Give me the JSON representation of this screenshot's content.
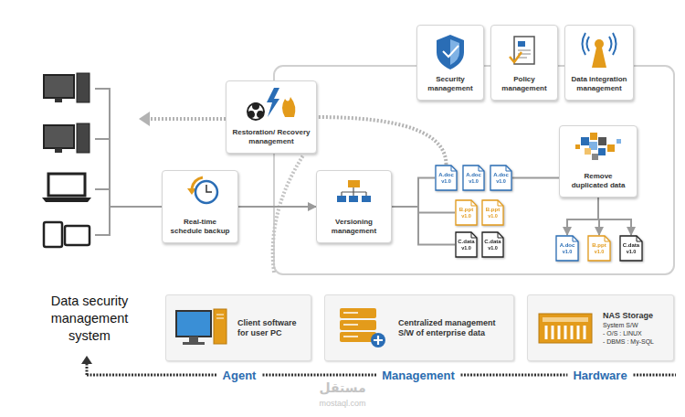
{
  "diagram": {
    "nodes": [
      {
        "text": [
          "Security management"
        ]
      },
      {
        "text": [
          "Policy management"
        ]
      },
      {
        "text": [
          "Data integration management"
        ]
      },
      {
        "text": [
          "Restoration/ Recovery management"
        ]
      },
      {
        "text": [
          "Real-time schedule backup"
        ]
      },
      {
        "text": [
          "Versioning management"
        ]
      },
      {
        "text": [
          "Remove duplicated data"
        ]
      },
      {
        "text": [
          "A.doc",
          "v1.0"
        ]
      },
      {
        "text": [
          "A.doc",
          "v1.0"
        ]
      },
      {
        "text": [
          "A.doc",
          "v1.0"
        ]
      },
      {
        "text": [
          "B.ppt",
          "v1.0"
        ]
      },
      {
        "text": [
          "B.ppt",
          "v1.0"
        ]
      },
      {
        "text": [
          "C.data",
          "v1.0"
        ]
      },
      {
        "text": [
          "C.data",
          "v1.0"
        ]
      },
      {
        "text": [
          "A.doc",
          "v1.0"
        ]
      },
      {
        "text": [
          "B.ppt",
          "v1.0"
        ]
      },
      {
        "text": [
          "C.data",
          "v1.0"
        ]
      },
      {
        "text": [
          "Client software for user PC"
        ]
      },
      {
        "text": [
          "Centralized management S/W of enterprise data"
        ]
      },
      {
        "text": [
          "NAS Storage",
          "System S/W",
          "- O/S : LINUX",
          "- DBMS : My-SQL"
        ]
      }
    ],
    "edges": [
      {
        "from": 5,
        "to": 7,
        "arrow": "none"
      },
      {
        "from": 5,
        "to": 10,
        "arrow": "none"
      },
      {
        "from": 5,
        "to": 12,
        "arrow": "none"
      },
      {
        "from": 9,
        "to": 6,
        "arrow": "none"
      },
      {
        "from": 6,
        "to": 14,
        "arrow": "to"
      },
      {
        "from": 6,
        "to": 15,
        "arrow": "to"
      },
      {
        "from": 6,
        "to": 16,
        "arrow": "to"
      },
      {
        "from": 4,
        "to": 5,
        "arrow": "to"
      },
      {
        "from": 7,
        "to": 3,
        "arrow": "none"
      }
    ],
    "labels": [
      "Data security management system",
      "Agent",
      "Management",
      "Hardware",
      "مستقل",
      "mostaql.com"
    ]
  }
}
